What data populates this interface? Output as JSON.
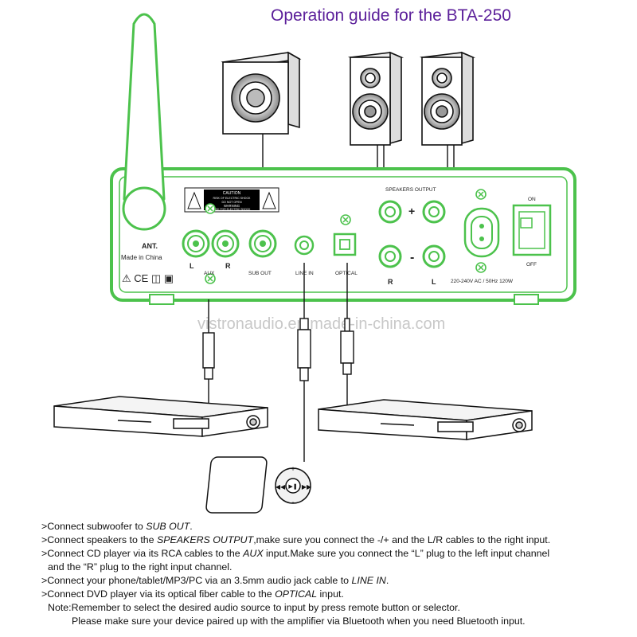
{
  "title": "Operation guide for the BTA-250",
  "watermark": "vistronaudio.en.made-in-china.com",
  "panel": {
    "antenna_label": "ANT.",
    "made_in": "Made in China",
    "cert_marks": "⚠ CE ◫ ▣",
    "caution_title": "CAUTION",
    "caution_line1": "RISK OF ELECTRIC SHOCK",
    "caution_line2": "DO NOT OPEN",
    "warning_title": "WARNING",
    "warning_line": "RISK FOR ELECTRIC SHOCK",
    "aux_l": "L",
    "aux_r": "R",
    "aux_label": "AUX",
    "sub_out_label": "SUB OUT",
    "line_in_label": "LINE IN",
    "optical_label": "OPTICAL",
    "speakers_output_label": "SPEAKERS OUTPUT",
    "plus_sign": "+",
    "minus_sign": "-",
    "spk_r": "R",
    "spk_l": "L",
    "power_rating": "220-240V AC / 50Hz 120W",
    "switch_on": "ON",
    "switch_off": "OFF"
  },
  "instructions": {
    "l1_pre": ">Connect subwoofer to ",
    "l1_em": "SUB OUT",
    "l1_post": ".",
    "l2_pre": ">Connect speakers to the ",
    "l2_em": "SPEAKERS OUTPUT",
    "l2_post": ",make sure you connect the -/+ and the L/R cables to the right input.",
    "l3_pre": ">Connect CD player via its RCA cables to the ",
    "l3_em": "AUX",
    "l3_post": " input.Make sure you connect the “L” plug to the left input channel",
    "l4": "and the “R”  plug to the right input channel.",
    "l5_pre": ">Connect your phone/tablet/MP3/PC via an 3.5mm audio jack cable to ",
    "l5_em": "LINE IN",
    "l5_post": ".",
    "l6_pre": ">Connect DVD player via its optical fiber cable to the ",
    "l6_em": "OPTICAL",
    "l6_post": " input.",
    "note": "Note:Remember to select the desired audio source to input by press remote button or selector.",
    "note2": "Please make sure your device paired up with the amplifier via Bluetooth when you need Bluetooth input."
  }
}
